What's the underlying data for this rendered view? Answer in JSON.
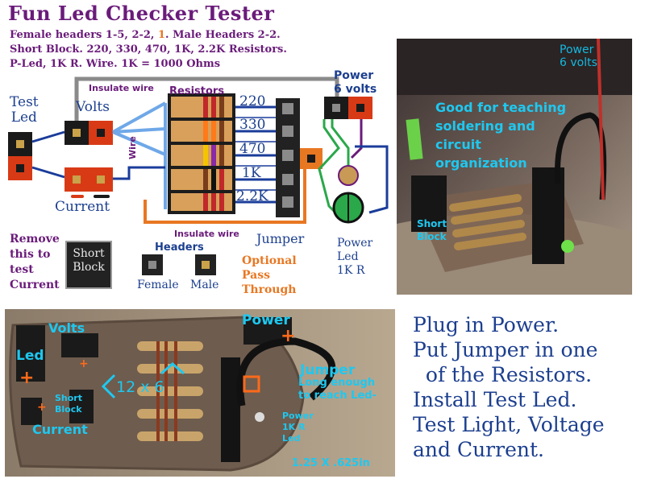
{
  "title": "Fun Led Checker Tester",
  "subtitle": {
    "line1_a": "Female headers 1-5, 2-2, ",
    "line1_b": "1",
    "line1_c": ". Male Headers 2-2.",
    "line2": "Short Block. 220, 330, 470, 1K, 2.2K  Resistors.",
    "line3": "P-Led, 1K R. Wire. 1K = 1000 Ohms"
  },
  "diagram": {
    "test_led": "Test\nLed",
    "volts": "Volts",
    "current": "Current",
    "insulate_wire_top": "Insulate wire",
    "insulate_wire_bottom": "Insulate wire",
    "resistors_title": "Resistors",
    "wire": "Wire",
    "resistor_values": [
      "220",
      "330",
      "470",
      "1K",
      "2.2K"
    ],
    "power_label": "Power\n6 volts",
    "jumper": "Jumper",
    "power_led": "Power\nLed\n1K R",
    "remove_note": "Remove\nthis to\ntest\nCurrent",
    "short_block": "Short\nBlock",
    "headers_title": "Headers",
    "female": "Female",
    "male": "Male",
    "optional_pass": "Optional\nPass\nThrough",
    "colors": {
      "purple": "#6a1b7a",
      "blue": "#1c3f8f",
      "orange": "#e87722",
      "header_red": "#d83a16",
      "wire_blue": "#1a3c9a",
      "light_blue": "#6fa8e8",
      "grey_wire": "#8a8a8a",
      "green": "#2aa84a"
    }
  },
  "photo_top": {
    "power": "Power\n6 volts",
    "caption": "Good for teaching\nsoldering and\ncircuit\norganization",
    "short_block": "Short\nBlock"
  },
  "photo_bottom": {
    "volts": "Volts",
    "led": "Led",
    "power": "Power",
    "jumper_title": "Jumper",
    "jumper_note": "Long enough\nto reach Led-",
    "short_block": "Short\nBlock",
    "current": "Current",
    "dims_12x6": "12 x 6",
    "power_led": "Power\n1K R\nLed",
    "size": "1.25 X .625in"
  },
  "instructions": [
    "Plug in Power.",
    "Put Jumper in one",
    "  of the Resistors.",
    "Install Test Led.",
    "Test Light, Voltage",
    "and Current."
  ]
}
